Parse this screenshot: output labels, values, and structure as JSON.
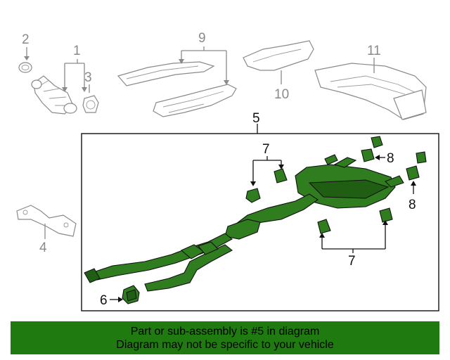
{
  "callouts": {
    "c1": "1",
    "c2": "2",
    "c3": "3",
    "c4": "4",
    "c5": "5",
    "c6": "6",
    "c7a": "7",
    "c7b": "7",
    "c8a": "8",
    "c8b": "8",
    "c9": "9",
    "c10": "10",
    "c11": "11"
  },
  "banner": {
    "line1": "Part or sub-assembly is #5 in diagram",
    "line2": "Diagram may not be specific to your vehicle"
  },
  "colors": {
    "highlight_part": "#2f7d1f",
    "banner_background": "#1f7a10",
    "outline_gray": "#8a8a8a"
  }
}
